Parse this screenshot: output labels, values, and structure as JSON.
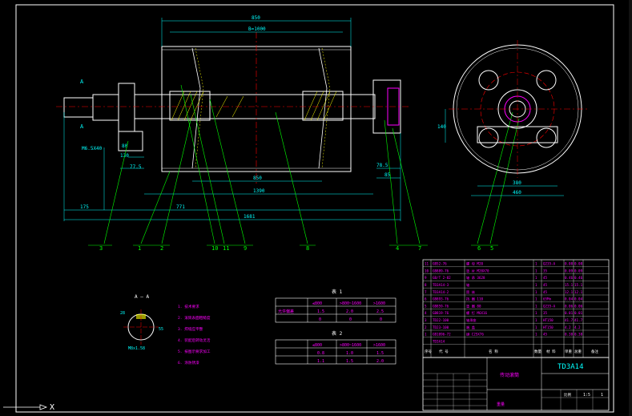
{
  "drawing": {
    "dims_top": {
      "overall": "850",
      "inner": "B=1000"
    },
    "dims_bottom": {
      "d1": "850",
      "d2": "1390",
      "d3": "1681",
      "d4": "175",
      "d5": "771"
    },
    "dims_left": {
      "a": "130",
      "b": "77.5",
      "c": "80",
      "thread": "M6.5X40"
    },
    "dims_right": {
      "a": "78.5",
      "b": "85"
    },
    "section_marks": [
      "A",
      "A"
    ],
    "balloons": [
      "3",
      "1",
      "2",
      "10",
      "11",
      "9",
      "8",
      "4",
      "7",
      "6",
      "5"
    ],
    "end_view_dims": {
      "w1": "380",
      "w2": "460",
      "h": "140"
    }
  },
  "section_view": {
    "title": "A — A",
    "dim_top": "28",
    "dim_side": "55",
    "dim_bottom": "M8x1.58"
  },
  "notes": [
    "1. 技术要求",
    "2. 滚筒表面粗糙度",
    "3. 焊缝应平整",
    "4. 装配后转动灵活",
    "5. 按图示要求加工",
    "6. 涂防锈漆"
  ],
  "table1": {
    "title": "表 1",
    "header": [
      "",
      "≤800",
      ">800~1600",
      ">1600"
    ],
    "rows": [
      [
        "允许偏差",
        "1.5",
        "2.0",
        "2.5"
      ],
      [
        "",
        "0",
        "0",
        "0"
      ]
    ]
  },
  "table2": {
    "title": "表 2",
    "header": [
      "",
      "≤800",
      ">800~1600",
      ">1600"
    ],
    "rows": [
      [
        "",
        "0.8",
        "1.0",
        "1.5"
      ],
      [
        "",
        "1.1",
        "1.5",
        "2.0"
      ]
    ]
  },
  "bom": {
    "rows": [
      [
        "11",
        "GB52-76",
        "螺 母 M20",
        "1",
        "Q235-A",
        "0.08",
        "0.08"
      ],
      [
        "10",
        "GB889-76",
        "垫 片 M20X70",
        "1",
        "35",
        "0.09",
        "0.09"
      ],
      [
        "9",
        "GB/T 2-82",
        "轴 承 3628",
        "1",
        "45",
        "0.46",
        "0.46"
      ],
      [
        "8",
        "TD3A14-3",
        "轴",
        "1",
        "45",
        "15.1",
        "15.1"
      ],
      [
        "7",
        "TD3A14-2",
        "筒 体",
        "1",
        "45",
        "12.1",
        "12.1"
      ],
      [
        "6",
        "GB893-76",
        "挡 圈 110",
        "1",
        "65Mn",
        "0.04",
        "0.04"
      ],
      [
        "5",
        "GB859-76",
        "垫 圈 80",
        "1",
        "Q235-A",
        "0.06",
        "0.06"
      ],
      [
        "4",
        "GB819-76",
        "螺 钉 M6X16",
        "1",
        "35",
        "0.01",
        "0.01"
      ],
      [
        "3",
        "TD22-100",
        "轴承座",
        "1",
        "HT150",
        "41.7",
        "41.7"
      ],
      [
        "2",
        "TD23-100",
        "端 盖",
        "1",
        "HT150",
        "4.2",
        "4.2"
      ],
      [
        "1",
        "GB1096-72",
        "键 C25X76",
        "1",
        "45",
        "0.38",
        "0.38"
      ],
      [
        "",
        "TD3A14",
        "",
        "",
        "",
        "",
        ""
      ]
    ],
    "header": [
      "序号",
      "代 号",
      "名 称",
      "数量",
      "材 料",
      "单重",
      "总重",
      "备注"
    ]
  },
  "title_block": {
    "code": "TD3A14",
    "name": "传动滚筒",
    "scale": "1:5",
    "sheet": "1",
    "label_weight": "重量",
    "label_scale": "比例"
  },
  "colors": {
    "bg": "#000000",
    "frame": "#ffffff",
    "dim": "#00ffff",
    "leader": "#00ff00",
    "center": "#ff0000",
    "text": "#ff00ff",
    "hatch": "#ffff00",
    "body": "#ffffff"
  },
  "ui": {
    "ucs_icon": "UCS-icon",
    "ucs_label": "X"
  }
}
